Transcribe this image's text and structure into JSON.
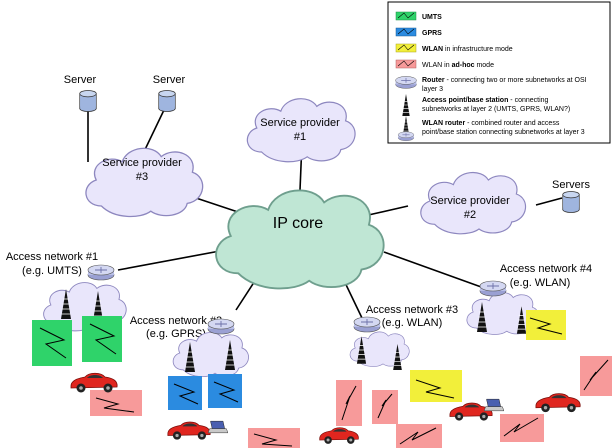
{
  "nodes": {
    "server_left": "Server",
    "server_right": "Server",
    "servers_sp2": "Servers",
    "ip_core": "IP core",
    "sp1": [
      "Service provider",
      "#1"
    ],
    "sp2": [
      "Service provider",
      "#2"
    ],
    "sp3": [
      "Service provider",
      "#3"
    ],
    "an1": [
      "Access network #1",
      "(e.g. UMTS)"
    ],
    "an2": [
      "Access network #2",
      "(e.g. GPRS)"
    ],
    "an3": [
      "Access network #3",
      "(e.g. WLAN)"
    ],
    "an4": [
      "Access network #4",
      "(e.g. WLAN)"
    ]
  },
  "legend": {
    "umts": {
      "bold": "UMTS",
      "rest": "",
      "color": "#2fd36a"
    },
    "gprs": {
      "bold": "GPRS",
      "rest": "",
      "color": "#2b8be0"
    },
    "wlan_infra": {
      "bold": "WLAN",
      "rest": " in infrastructure mode",
      "color": "#f2ef3a"
    },
    "wlan_adhoc": {
      "pre": "WLAN in ",
      "bold": "ad-hoc",
      "rest": " mode",
      "color": "#f79a9a"
    },
    "router": {
      "bold": "Router",
      "line1": " - connecting two or more subnetworks at OSI",
      "line2": "layer 3"
    },
    "ap": {
      "bold": "Access point/base station",
      "line1": " - connecting",
      "line2": "subnetworks at layer 2 (UMTS, GPRS, WLAN?)"
    },
    "wlan_router": {
      "bold": "WLAN router",
      "line1": " - combined router and access",
      "line2": "point/base station connecting subnetworks at layer 3"
    }
  },
  "colors": {
    "cloud_fill": "#e9e6fb",
    "cloud_stroke": "#8d87bf",
    "core_fill": "#bfe6d4",
    "core_stroke": "#6f9f8e",
    "umts": "#2fd36a",
    "gprs": "#2b8be0",
    "wlan_infra": "#f2ef3a",
    "wlan_adhoc": "#f79a9a",
    "router": "#b9bfe8",
    "car": "#e0261f"
  }
}
